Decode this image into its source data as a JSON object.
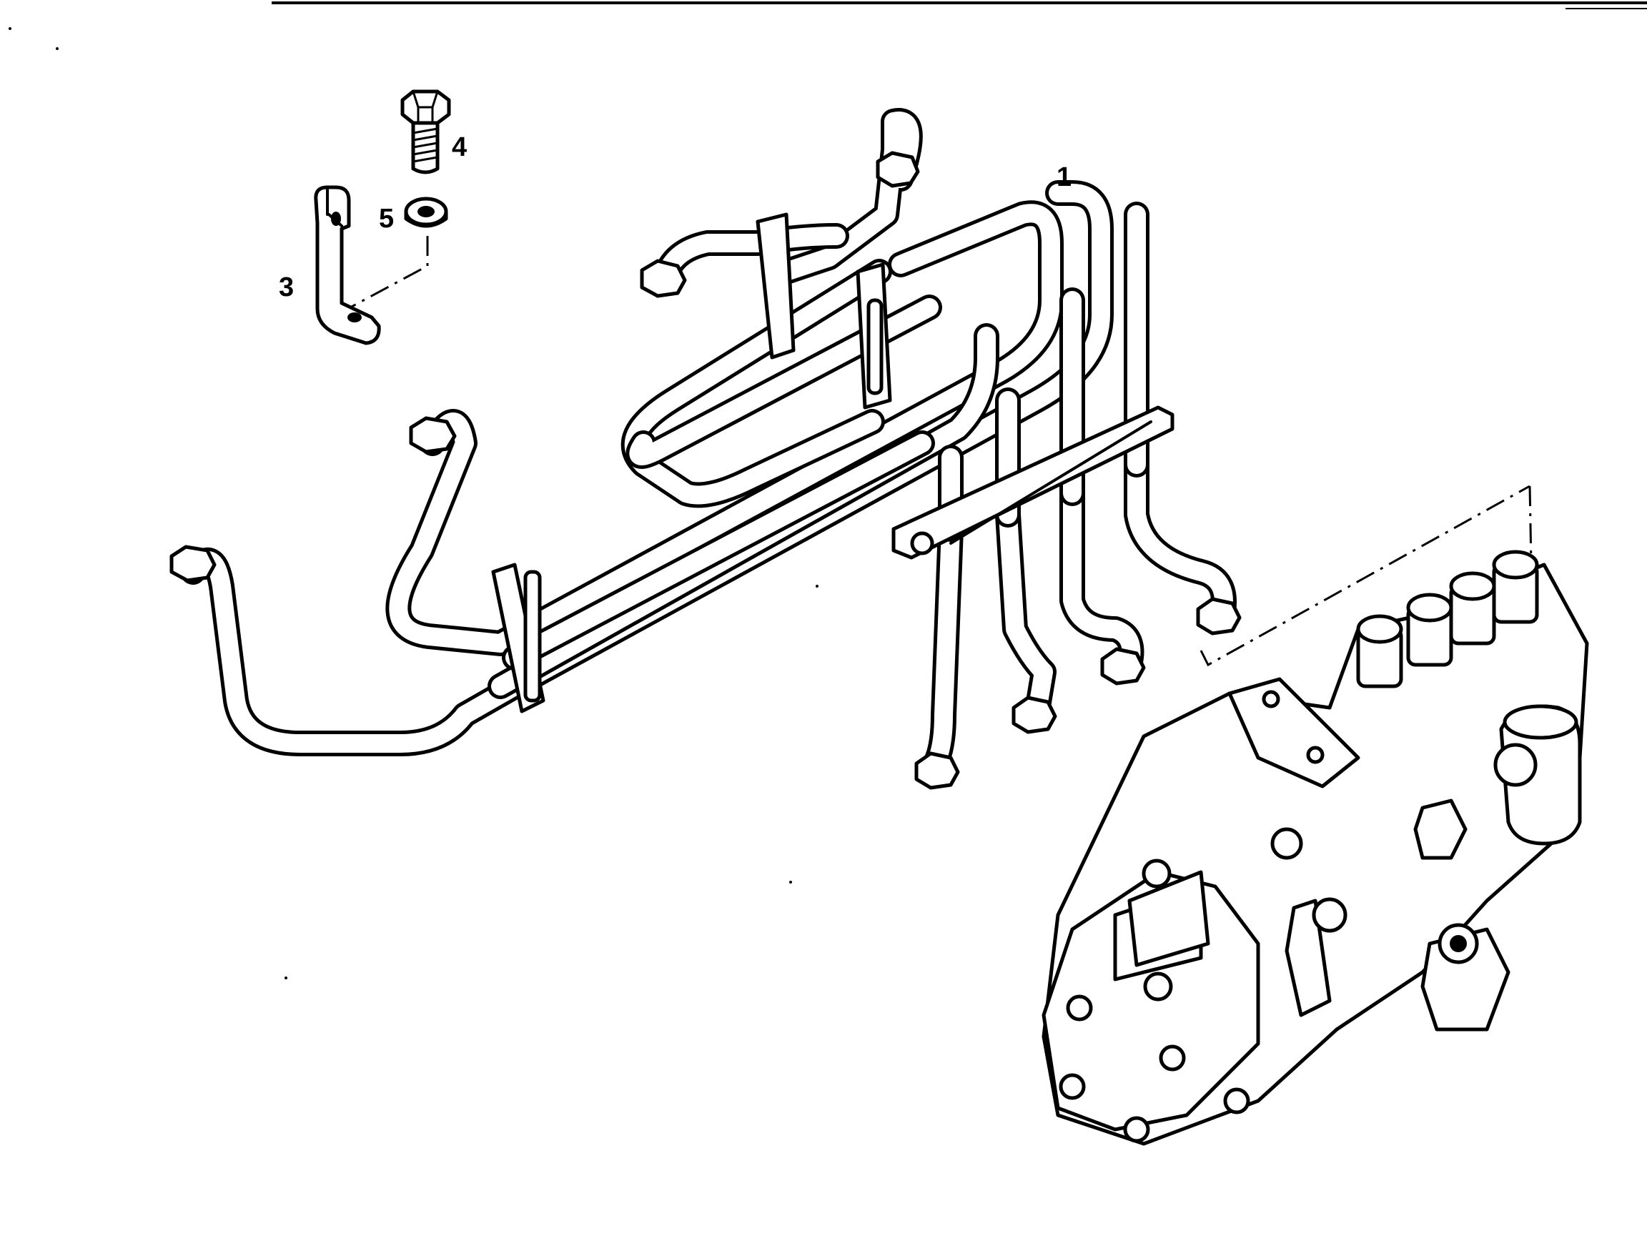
{
  "diagram": {
    "callouts": [
      {
        "id": "1",
        "label": "1"
      },
      {
        "id": "3",
        "label": "3"
      },
      {
        "id": "4",
        "label": "4"
      },
      {
        "id": "5",
        "label": "5"
      }
    ],
    "parts": [
      {
        "callout": "1",
        "icon": "injection-pipe-set-icon"
      },
      {
        "callout": "3",
        "icon": "mounting-bracket-icon"
      },
      {
        "callout": "4",
        "icon": "hex-bolt-icon"
      },
      {
        "callout": "5",
        "icon": "washer-icon"
      },
      {
        "callout": "",
        "icon": "injection-pump-icon"
      }
    ],
    "line_color": "#000000",
    "background": "#ffffff"
  }
}
